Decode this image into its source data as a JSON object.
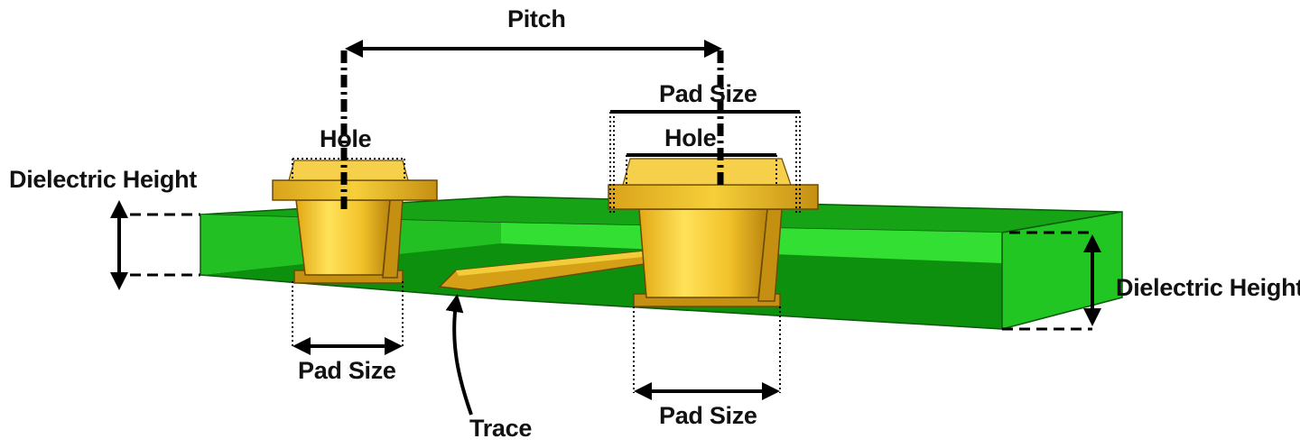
{
  "labels": {
    "pitch": "Pitch",
    "hole_left": "Hole",
    "hole_right": "Hole",
    "pad_size_top_right": "Pad Size",
    "pad_size_bottom_left": "Pad Size",
    "pad_size_bottom_right": "Pad Size",
    "dielectric_height_left": "Dielectric Height",
    "dielectric_height_right": "Dielectric Height",
    "trace": "Trace"
  },
  "colors": {
    "board_top": "#17a817",
    "board_front": "#21c421",
    "board_bright": "#35e035",
    "board_inner": "#0d8a0d",
    "copper": "#e6b31e",
    "copper_light": "#ffe86a",
    "copper_dark": "#a9780c",
    "outline": "#000000"
  }
}
